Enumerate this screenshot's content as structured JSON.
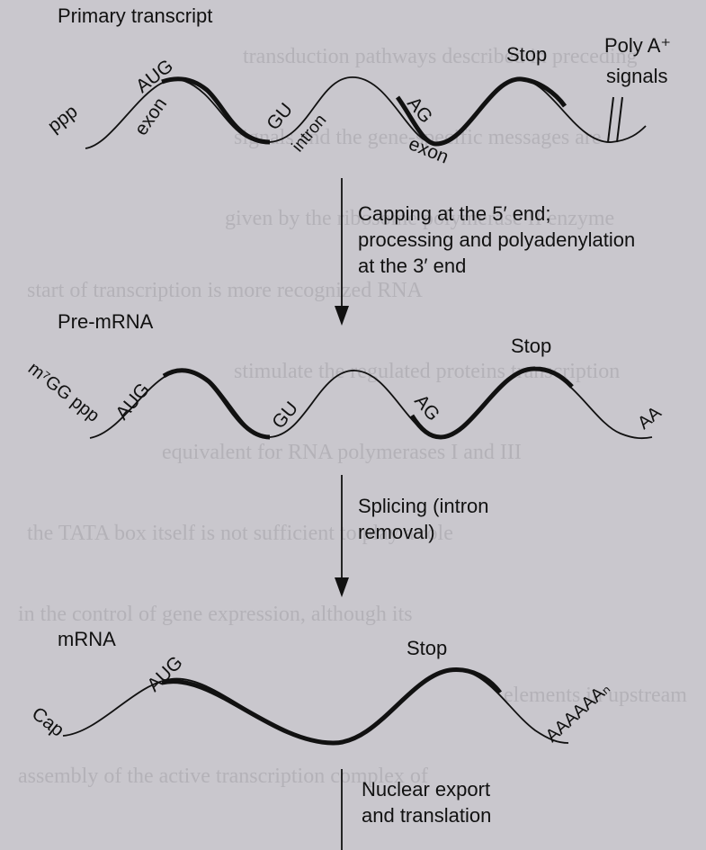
{
  "primary": {
    "title": "Primary transcript",
    "ppp": "ppp",
    "aug": "AUG",
    "exon1": "exon",
    "gu": "GU",
    "intron": "intron",
    "ag": "AG",
    "exon2": "exon",
    "stop": "Stop",
    "polya_line1": "Poly A⁺",
    "polya_line2": "signals"
  },
  "step1": {
    "line1": "Capping at the 5′ end;",
    "line2": "processing and polyadenylation",
    "line3": "at the 3′ end"
  },
  "premrna": {
    "title": "Pre-mRNA",
    "cap": "m⁷GG ppp",
    "aug": "AUG",
    "gu": "GU",
    "ag": "AG",
    "stop": "Stop",
    "aa": "AA"
  },
  "step2": {
    "line1": "Splicing (intron",
    "line2": "removal)"
  },
  "mrna": {
    "title": "mRNA",
    "cap": "Cap",
    "aug": "AUG",
    "stop": "Stop",
    "polya": "AAAAAAₙ"
  },
  "step3": {
    "line1": "Nuclear export",
    "line2": "and translation"
  },
  "colors": {
    "background": "#c9c7cd",
    "ink": "#111111",
    "bleed_text": "#b4b2b8"
  }
}
